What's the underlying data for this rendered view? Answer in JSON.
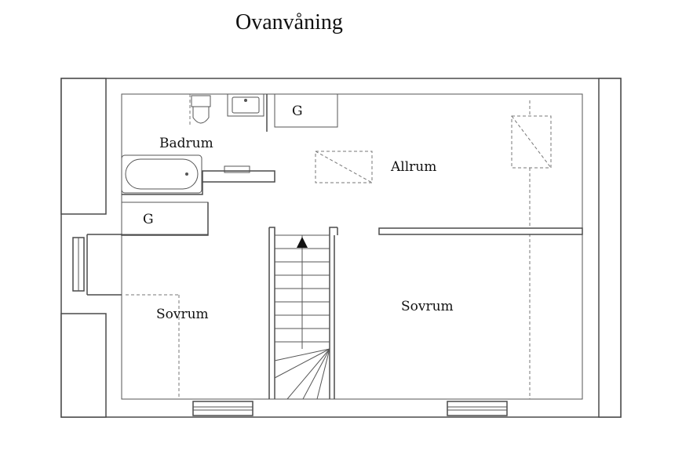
{
  "title": "Ovanvåning",
  "rooms": {
    "bathroom": "Badrum",
    "family_room": "Allrum",
    "bedroom_left": "Sovrum",
    "bedroom_right": "Sovrum",
    "closet_top": "G",
    "closet_left": "G"
  },
  "icons": [
    "toilet-icon",
    "sink-icon",
    "bathtub-icon",
    "stair-direction-arrow-icon",
    "window-icon",
    "skylight-icon"
  ]
}
